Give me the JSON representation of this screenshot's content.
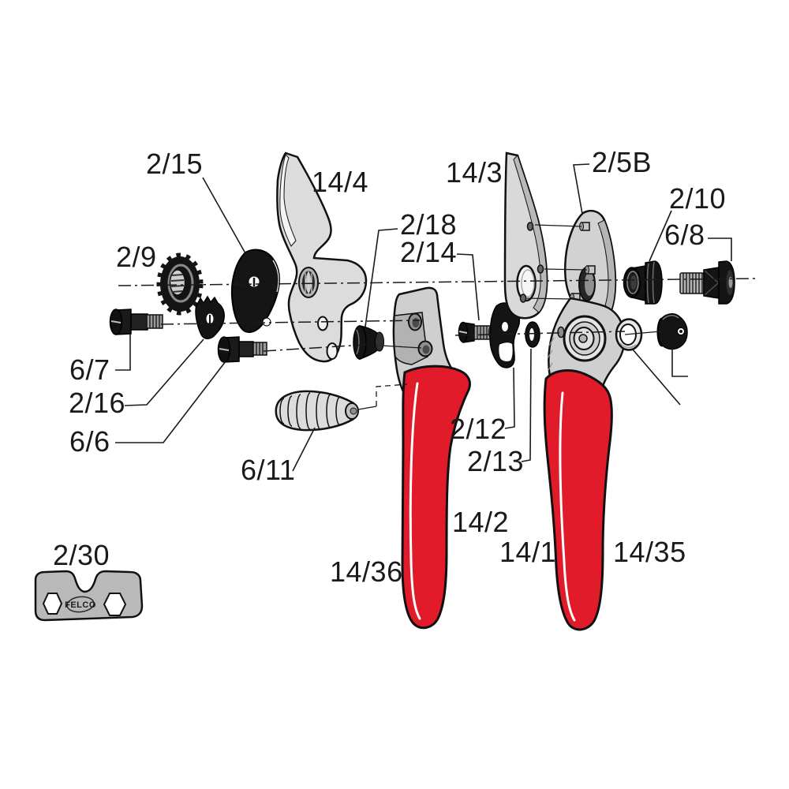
{
  "diagram": {
    "type": "exploded-parts-diagram",
    "product": "pruning-shears",
    "background": "#ffffff",
    "colors": {
      "handle_red": "#e11b2a",
      "part_black": "#141414",
      "steel_light": "#d9d9d9",
      "aluminum": "#cfcfcf",
      "outline": "#111111"
    },
    "labels": {
      "p2_15": "2/15",
      "p14_4": "14/4",
      "p14_3": "14/3",
      "p2_5b": "2/5B",
      "p2_10": "2/10",
      "p6_8": "6/8",
      "p2_9": "2/9",
      "p2_18": "2/18",
      "p2_14": "2/14",
      "p6_7": "6/7",
      "p2_16": "2/16",
      "p6_6": "6/6",
      "p6_11": "6/11",
      "p2_12": "2/12",
      "p2_13": "2/13",
      "p14_2": "14/2",
      "p14_1": "14/1",
      "p14_35": "14/35",
      "p14_36": "14/36",
      "p2_30": "2/30"
    },
    "plate_logo": "FELCO"
  }
}
